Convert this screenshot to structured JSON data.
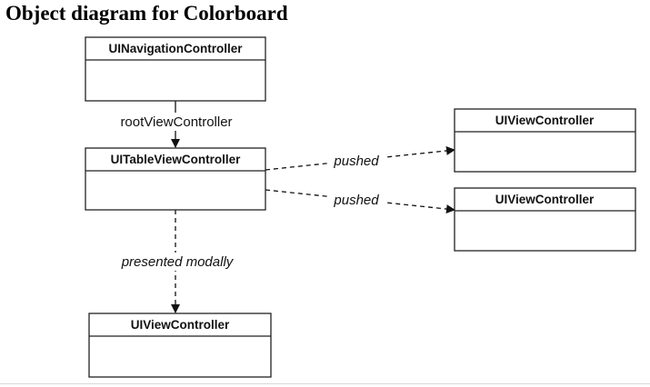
{
  "title": "Object diagram for Colorboard",
  "boxes": {
    "nav": {
      "label": "UINavigationController"
    },
    "table": {
      "label": "UITableViewController"
    },
    "vc_right_top": {
      "label": "UIViewController"
    },
    "vc_right_bottom": {
      "label": "UIViewController"
    },
    "vc_bottom": {
      "label": "UIViewController"
    }
  },
  "edges": {
    "root": {
      "label": "rootViewController",
      "style": "solid"
    },
    "pushed_top": {
      "label": "pushed",
      "style": "dashed"
    },
    "pushed_bottom": {
      "label": "pushed",
      "style": "dashed"
    },
    "modal": {
      "label": "presented modally",
      "style": "dashed"
    }
  }
}
